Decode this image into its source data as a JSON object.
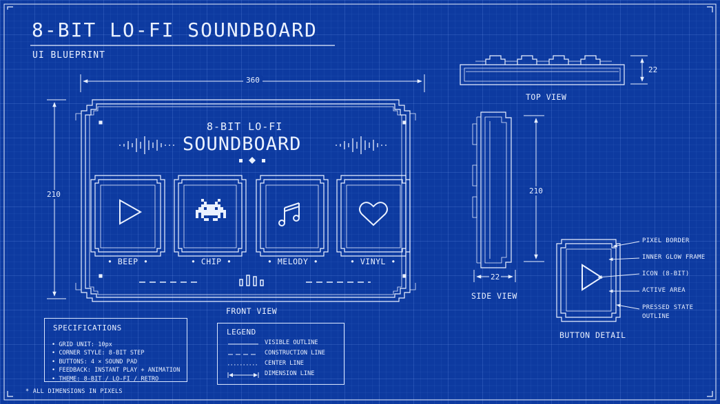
{
  "title": "8-BIT LO-FI SOUNDBOARD",
  "subtitle": "UI BLUEPRINT",
  "front_view": {
    "header_line1": "8-BIT LO-FI",
    "header_line2": "SOUNDBOARD",
    "label": "FRONT VIEW",
    "width_dim": "360",
    "height_dim": "210",
    "buttons": [
      {
        "label": "• BEEP •",
        "icon": "play-icon"
      },
      {
        "label": "• CHIP •",
        "icon": "space-invader-icon"
      },
      {
        "label": "• MELODY •",
        "icon": "music-note-icon"
      },
      {
        "label": "• VINYL •",
        "icon": "heart-icon"
      }
    ]
  },
  "top_view": {
    "label": "TOP VIEW",
    "depth_dim": "22"
  },
  "side_view": {
    "label": "SIDE VIEW",
    "depth_dim": "22",
    "height_dim": "210"
  },
  "button_detail": {
    "label": "BUTTON DETAIL",
    "callouts": [
      "PIXEL BORDER",
      "INNER GLOW FRAME",
      "ICON (8-BIT)",
      "ACTIVE AREA",
      "PRESSED STATE",
      "OUTLINE"
    ]
  },
  "specifications": {
    "title": "SPECIFICATIONS",
    "items": [
      "• GRID UNIT: 10px",
      "• CORNER STYLE: 8-BIT STEP",
      "• BUTTONS: 4 × SOUND PAD",
      "• FEEDBACK: INSTANT PLAY + ANIMATION",
      "• THEME: 8-BIT / LO-FI / RETRO"
    ]
  },
  "legend": {
    "title": "LEGEND",
    "items": [
      {
        "label": "VISIBLE OUTLINE",
        "style": "solid"
      },
      {
        "label": "CONSTRUCTION LINE",
        "style": "dashed"
      },
      {
        "label": "CENTER LINE",
        "style": "dotted"
      },
      {
        "label": "DIMENSION LINE",
        "style": "dimension"
      }
    ]
  },
  "footnote": "* ALL DIMENSIONS IN PIXELS",
  "colors": {
    "background": "#0d3aa0",
    "line": "#eaf1ff",
    "grid": "#5f86d8"
  }
}
